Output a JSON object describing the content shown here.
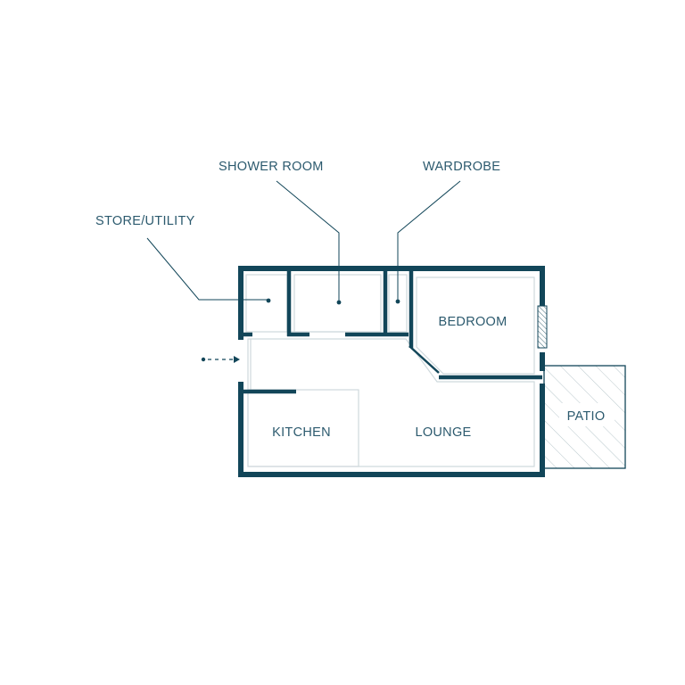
{
  "colors": {
    "wall": "#124659",
    "text": "#2c5a6e",
    "thin_line": "#cfd9dd",
    "hatch": "#b9c7cc",
    "background": "#ffffff"
  },
  "callouts": {
    "store_utility": "STORE/UTILITY",
    "shower_room": "SHOWER ROOM",
    "wardrobe": "WARDROBE"
  },
  "rooms": {
    "bedroom": "BEDROOM",
    "kitchen": "KITCHEN",
    "lounge": "LOUNGE",
    "patio": "PATIO"
  },
  "icons": {
    "entrance": "dashed-arrow-right-icon",
    "window": "hatched-window-icon"
  }
}
